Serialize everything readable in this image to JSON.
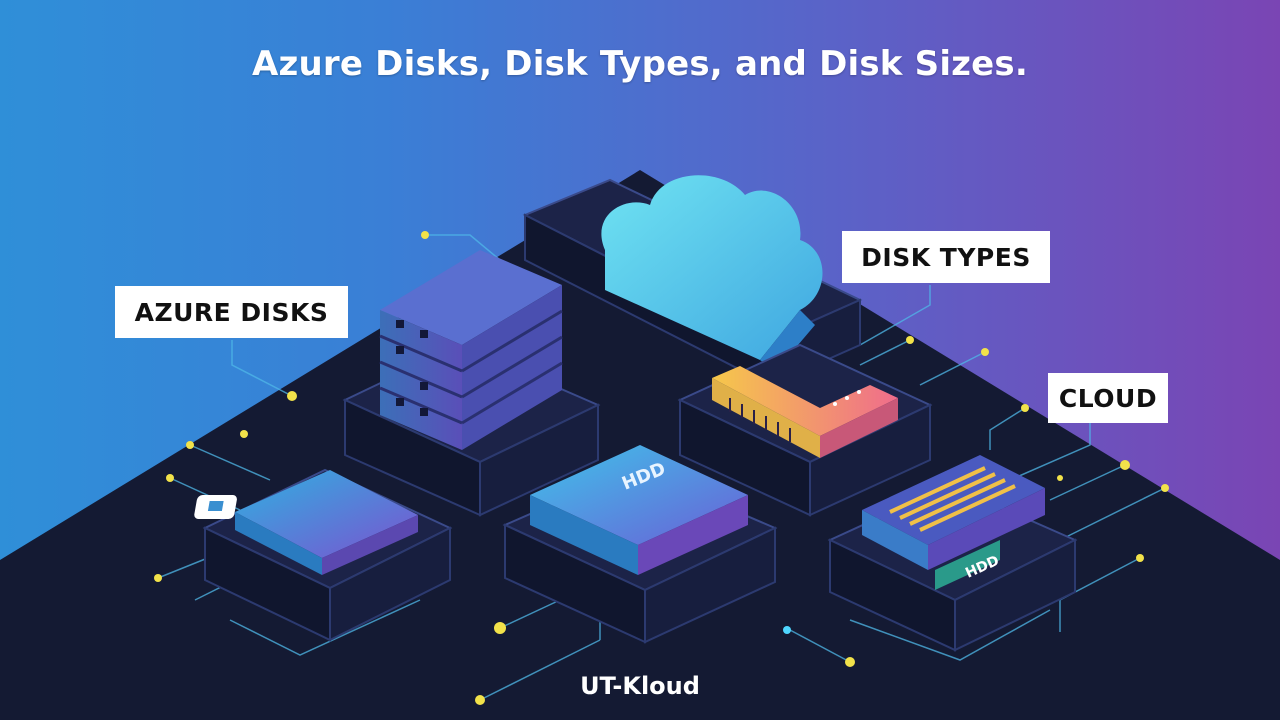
{
  "title": "Azure Disks, Disk Types, and Disk Sizes.",
  "labels": {
    "azure_disks": "AZURE DISKS",
    "disk_types": "DISK TYPES",
    "cloud": "CLOUD"
  },
  "chips": {
    "center_disk": "HDD",
    "right_drive": "HDD"
  },
  "brand": "UT-Kloud",
  "colors": {
    "bg_left": "#2f8fd8",
    "bg_right": "#7a45b4",
    "floor": "#141a33",
    "glow_yellow": "#f2e24a",
    "glow_cyan": "#4fd6ff"
  }
}
